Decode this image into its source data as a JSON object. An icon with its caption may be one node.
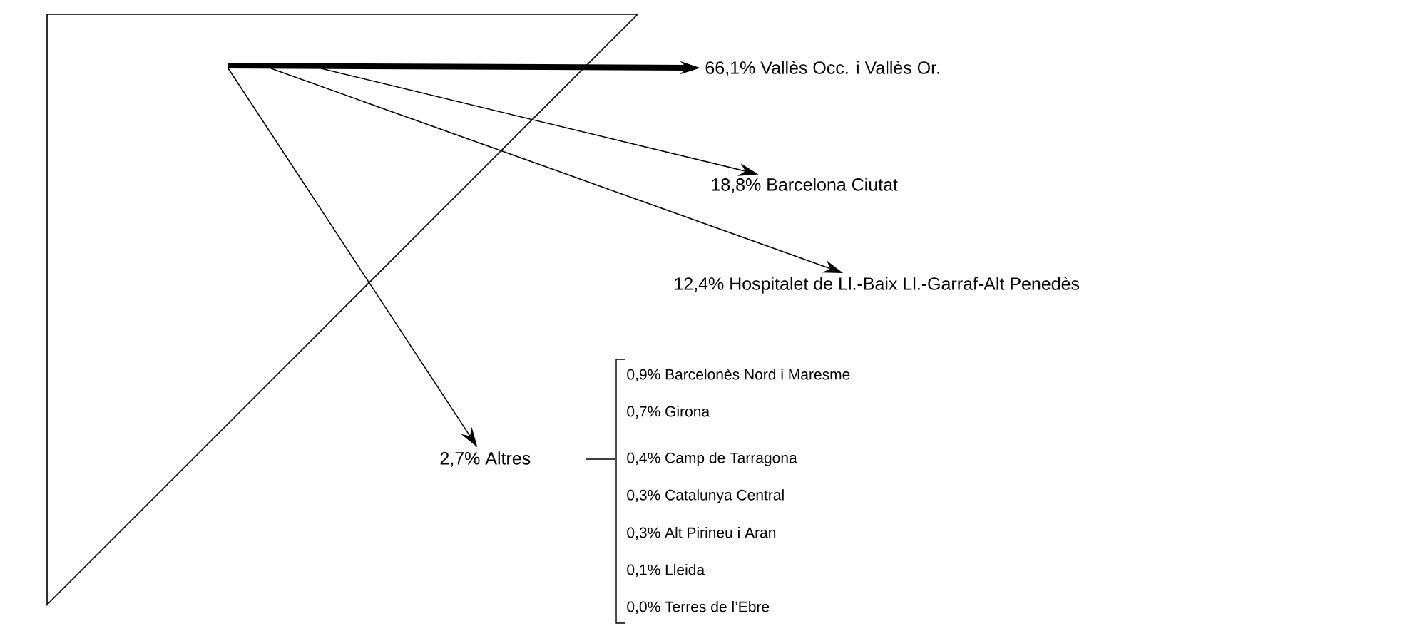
{
  "diagram": {
    "nodes": [
      {
        "text": [
          "66,1% Vallès Occ. i Vallès Or."
        ]
      },
      {
        "text": [
          "18,8% Barcelona Ciutat"
        ]
      },
      {
        "text": [
          "12,4% Hospitalet de Ll.-Baix Ll.-Garraf-Alt Penedès"
        ]
      },
      {
        "text": [
          "2,7% Altres"
        ]
      }
    ],
    "edges": [
      {
        "from": null,
        "to": 0,
        "arrow": "to",
        "style": "thick"
      },
      {
        "from": null,
        "to": 1,
        "arrow": "to"
      },
      {
        "from": null,
        "to": 2,
        "arrow": "to"
      },
      {
        "from": null,
        "to": 3,
        "arrow": "to"
      }
    ],
    "labels": [
      "0,9% Barcelonès Nord i Maresme",
      "0,7% Girona",
      "0,4% Camp de Tarragona",
      "0,3% Catalunya Central",
      "0,3% Alt Pirineu i Aran",
      "0,1% Lleida",
      "0,0% Terres de l’Ebre"
    ]
  }
}
